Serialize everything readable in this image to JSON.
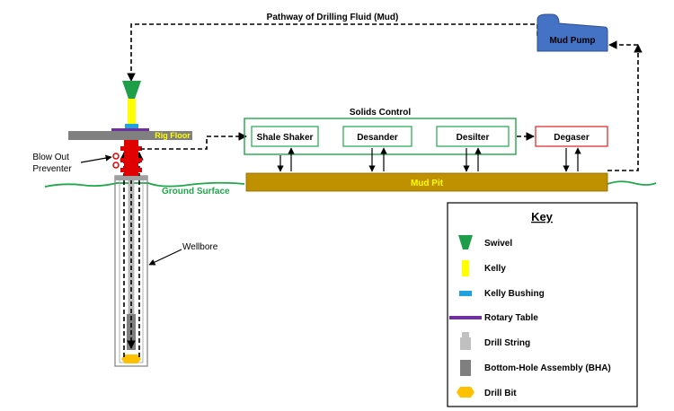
{
  "title": "Pathway of Drilling Fluid (Mud)",
  "components": {
    "mud_pump": "Mud Pump",
    "rig_floor": "Rig Floor",
    "blow_out_preventer": "Blow Out Preventer",
    "wellbore": "Wellbore",
    "ground_surface": "Ground Surface",
    "mud_pit": "Mud Pit",
    "solids_control": "Solids Control",
    "shale_shaker": "Shale Shaker",
    "desander": "Desander",
    "desilter": "Desilter",
    "degaser": "Degaser"
  },
  "key": {
    "title": "Key",
    "items": [
      {
        "label": "Swivel",
        "color": "#1f9e4a"
      },
      {
        "label": "Kelly",
        "color": "#ffff00"
      },
      {
        "label": "Kelly Bushing",
        "color": "#1fa3e0"
      },
      {
        "label": "Rotary Table",
        "color": "#7030a0"
      },
      {
        "label": "Drill String",
        "color": "#c0c0c0"
      },
      {
        "label": "Bottom-Hole Assembly (BHA)",
        "color": "#7f7f7f"
      },
      {
        "label": "Drill Bit",
        "color": "#ffc000"
      }
    ]
  },
  "colors": {
    "mud_pump": "#4472c4",
    "mud_pit": "#bf9000",
    "ground": "#1fa84a",
    "solids_box": "#1fa84a",
    "degaser_box": "#e02020",
    "bop": "#e00000",
    "rig_floor": "#808080"
  }
}
